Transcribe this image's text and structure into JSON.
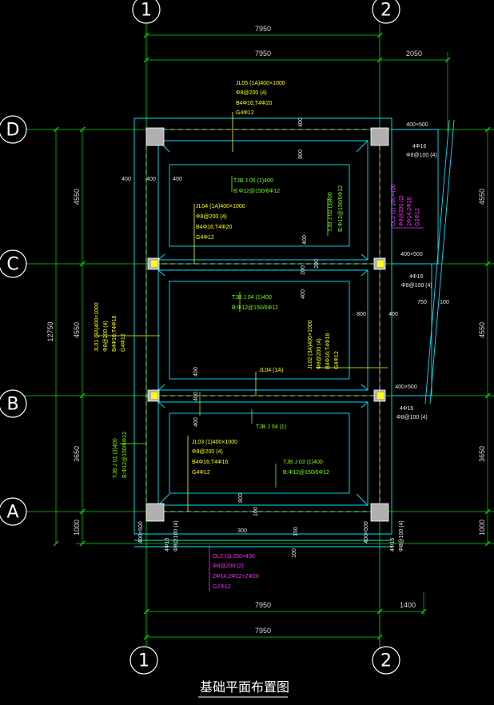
{
  "title": "基础平面布置图",
  "axes": {
    "col1": "1",
    "col2": "2",
    "rowA": "A",
    "rowB": "B",
    "rowC": "C",
    "rowD": "D"
  },
  "dims": {
    "top_span_1": "7950",
    "top_span_2": "7950",
    "top_overhang": "2050",
    "bottom_span_1": "7950",
    "bottom_span_2": "7950",
    "bottom_overhang": "1400",
    "left_total": "12750",
    "left_cd": "4550",
    "left_bc": "4550",
    "left_ab": "3650",
    "left_bottom": "1000",
    "right_cd": "4550",
    "right_bc": "4550",
    "right_ab": "3650",
    "right_bottom": "1000"
  },
  "local_dims": {
    "d400a": "400",
    "d400b": "400",
    "d400c": "400",
    "d400_top": "400",
    "d800_top": "800",
    "d400_mid1": "400",
    "d200_mid": "200",
    "d400_mid2": "400",
    "d800_right": "800",
    "d400_right": "400",
    "d750": "750",
    "d100": "100",
    "d400_b1": "400",
    "d400_b2": "400",
    "d400_b3": "400",
    "d800_bot": "800",
    "d100_bot": "100",
    "d300": "300",
    "d150": "150",
    "d100_low": "100",
    "col_500a": "400×500",
    "col_500b": "400×500",
    "col_500c": "400×500",
    "col_500d": "400×500",
    "col_500e": "400×500"
  },
  "labels": {
    "jl05": [
      "JL05 (1A)400×1000",
      "Φ8@200 (4)",
      "B4Φ16;T4Φ20",
      "G4Φ12"
    ],
    "jl04_top": [
      "JL04 (1A)400×1000",
      "Φ8@200 (4)",
      "B4Φ16;T4Φ20",
      "G4Φ12"
    ],
    "jl01": [
      "JL01 (3A)400×1000",
      "Φ8@200 (4)",
      "B4Φ16;T4Φ16",
      "G4Φ12"
    ],
    "jl02": [
      "JL02 (3A)400×1000",
      "Φ8@200 (4)",
      "B4Φ16;T4Φ16",
      "G4Φ12"
    ],
    "jl03": [
      "JL03 (1)400×1000",
      "Φ8@200 (4)",
      "B4Φ16;T4Φ16",
      "G4Φ12"
    ],
    "jl04_1a": "JL04 (1A)",
    "tjb05": [
      "TJB J 05 (1)400",
      "B:Φ12@150/6Φ12"
    ],
    "tjb04": [
      "TJB J 04 (1)400",
      "B:Φ12@150/6Φ12"
    ],
    "tjb04_1": "TJB J 04 (1)",
    "tjb02": [
      "TJB J 02 (3)400",
      "B:Φ12@150/6Φ12"
    ],
    "tjb01": [
      "TJB J 01 (3)400",
      "B:Φ12@150/6Φ12"
    ],
    "tjb03": [
      "TJB J 03 (1)400",
      "B:Φ12@150/6Φ12"
    ],
    "dl2_right": [
      "DL2 (2) 250×450",
      "Φ8@200 (2)",
      "2Φ14;2Φ18",
      "G2Φ12"
    ],
    "dl2_bottom": [
      "DL2 (1) 250×450",
      "Φ8@200 (2)",
      "2Φ14;2Φ22+2Φ20",
      "G2Φ12"
    ],
    "col_bar_1": [
      "4Φ16",
      "Φ8@100 (4)"
    ],
    "col_bar_2": [
      "4Φ16",
      "Φ8@100 (4)"
    ],
    "col_bar_3": [
      "4Φ16",
      "Φ8@100 (4)"
    ],
    "col_bar_4": [
      "4Φ16",
      "Φ8@100 (4)"
    ],
    "col_bar_5": [
      "4Φ16",
      "Φ8@100 (4)"
    ]
  },
  "colors": {
    "background": "#000000",
    "grid": "#00ff00",
    "beam_outline": "#00ffff",
    "column": "#c8c8c8",
    "beam_text": "#ffff00",
    "slab_text": "#7cfc00",
    "ground_beam_text": "#ff2cff",
    "dim_text": "#d8d8d8"
  }
}
